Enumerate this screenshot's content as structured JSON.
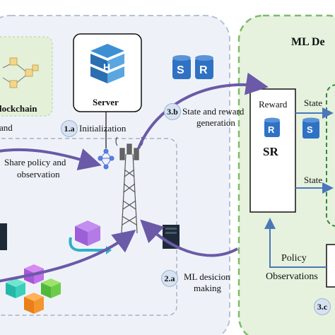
{
  "left_panel": {
    "blockchain_label": "lockchain",
    "and_label": "and",
    "server_label": "Server",
    "share_policy_label": "Share policy and",
    "observation_label": "observation"
  },
  "ml_panel": {
    "title": "ML De",
    "reward_label": "Reward",
    "state_top_label": "State",
    "state_mid_label": "State",
    "sr_label": "SR",
    "policy_label": "Policy",
    "observations_label": "Observations"
  },
  "steps": {
    "s1a": {
      "num": "1.a",
      "text": "Initialization"
    },
    "s2a": {
      "num": "2.a",
      "text1": "ML desicion",
      "text2": "making"
    },
    "s3b": {
      "num": "3.b",
      "text1": "State and reward",
      "text2": "generation"
    },
    "s3c": {
      "num": "3.c"
    }
  },
  "icons": {
    "db_s": "S",
    "db_r": "R"
  },
  "colors": {
    "flow_arrow": "#6a5aa8",
    "ml_panel_border": "#7dbb6a",
    "ml_panel_fill": "#e6f2de",
    "left_panel_fill": "#eef2f8",
    "db_blue": "#2f72c4",
    "server_blue": "#3d8fd4"
  }
}
